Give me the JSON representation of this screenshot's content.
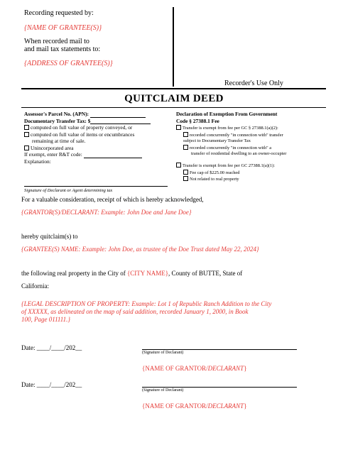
{
  "header": {
    "recording_requested_by": "Recording requested by:",
    "grantee_name_placeholder": "{NAME OF GRANTEE(S)}",
    "mail_to_line1": "When recorded mail to",
    "mail_to_line2": "and mail tax statements to:",
    "grantee_address_placeholder": "{ADDRESS OF GRANTEE(S)}",
    "recorders_use": "Recorder's Use Only"
  },
  "title": "QUITCLAIM DEED",
  "left_section": {
    "apn_label": "Assessor's Parcel No. (APN):",
    "dtt_label": "Documentary Transfer Tax: $",
    "options": [
      "computed on full value of property conveyed, or",
      "computed on full value of items or encumbrances",
      "Unincorporated area"
    ],
    "option2_cont": "remaining at time of sale.",
    "exempt_label": "If exempt, enter R&T code:",
    "explanation_label": "Explanation:",
    "signature_caption": "Signature of Declarant or Agent determining tax"
  },
  "right_section": {
    "heading_line1": "Declaration of Exemption From Government",
    "heading_line2": "Code § 27388.1 Fee",
    "exempt_a2": "Transfer is exempt from fee per GC § 27388.1(a)(2):",
    "sub1_line1": "recorded concurrently \"in connection with\" transfer",
    "sub1_line2": "subject to Documentary Transfer Tax",
    "sub2_line1": "recorded concurrently \"in connection with\" a",
    "sub2_line2": "transfer of  residential dwelling to an owner-occupier",
    "exempt_a1": "Transfer is exempt from fee per GC 27388.1(a)(1):",
    "sub3": "Fee cap of $225.00 reached",
    "sub4": "Not related to real property"
  },
  "body": {
    "consideration": "For a valuable consideration, receipt of which is hereby acknowledged,",
    "grantor_placeholder": "{GRANTOR(S)/DECLARANT: Example:  John Doe and Jane Doe}",
    "quitclaim_to": "hereby quitclaim(s) to",
    "grantee_placeholder": "{GRANTEE(S) NAME: Example: John Doe, as trustee of the Doe Trust dated May 22, 2024}",
    "property_prefix": "the following real property in the City of ",
    "city_placeholder": "{CITY NAME}",
    "property_suffix": ", County of BUTTE, State of",
    "property_line2": "California:",
    "legal_line1": "{LEGAL DESCRIPTION OF PROPERTY: Example: Lot 1 of Republic Ranch Addition to the City",
    "legal_line2": "of XXXXX, as delineated on the map of said addition, recorded January 1, 2000, in Book",
    "legal_line3": "100, Page 011111.}"
  },
  "signatures": [
    {
      "date_text": "Date: ____/____/202__",
      "caption": "(Signature of Declarant)",
      "name_placeholder": "{NAME OF GRANTOR/",
      "name_placeholder_italic": "DECLARANT",
      "name_placeholder_end": "}"
    },
    {
      "date_text": "Date: ____/____/202__",
      "caption": "(Signature of Declarant)",
      "name_placeholder": "{NAME OF GRANTOR/",
      "name_placeholder_italic": "DECLARANT",
      "name_placeholder_end": "}"
    }
  ],
  "colors": {
    "placeholder_red": "#e53935"
  }
}
